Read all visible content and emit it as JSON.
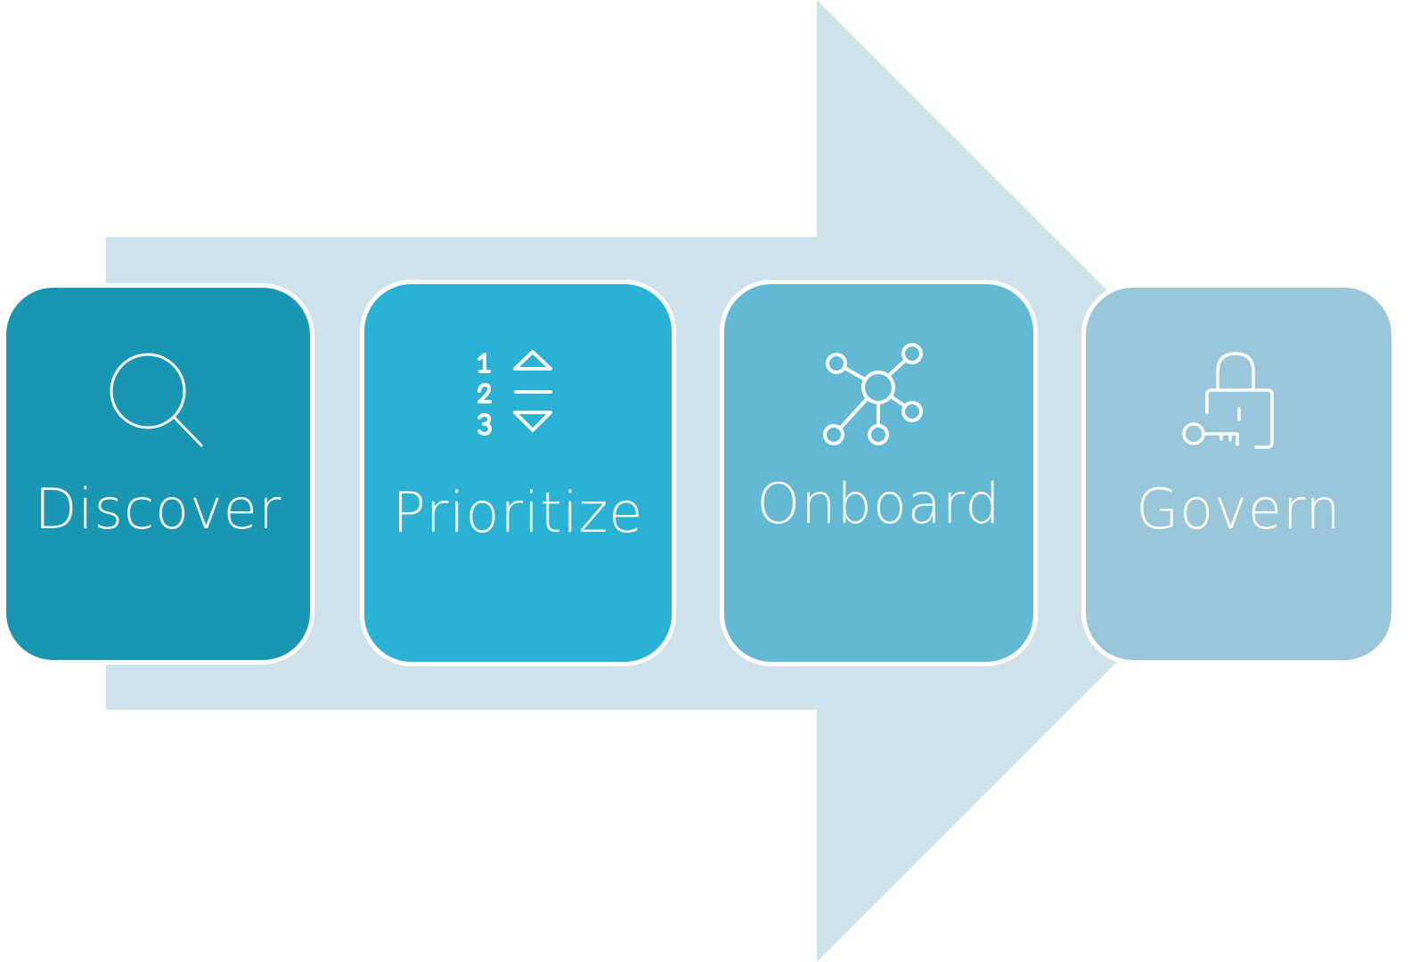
{
  "diagram": {
    "type": "process-flow",
    "direction": "left-to-right",
    "arrow_color": "#cde2ea",
    "steps": [
      {
        "label": "Discover",
        "icon": "magnifier-icon",
        "color": "#1996b1"
      },
      {
        "label": "Prioritize",
        "icon": "ranked-list-icon",
        "color": "#2bb1d3"
      },
      {
        "label": "Onboard",
        "icon": "network-nodes-icon",
        "color": "#63b8d3"
      },
      {
        "label": "Govern",
        "icon": "lock-and-key-icon",
        "color": "#99c6d8"
      }
    ]
  }
}
